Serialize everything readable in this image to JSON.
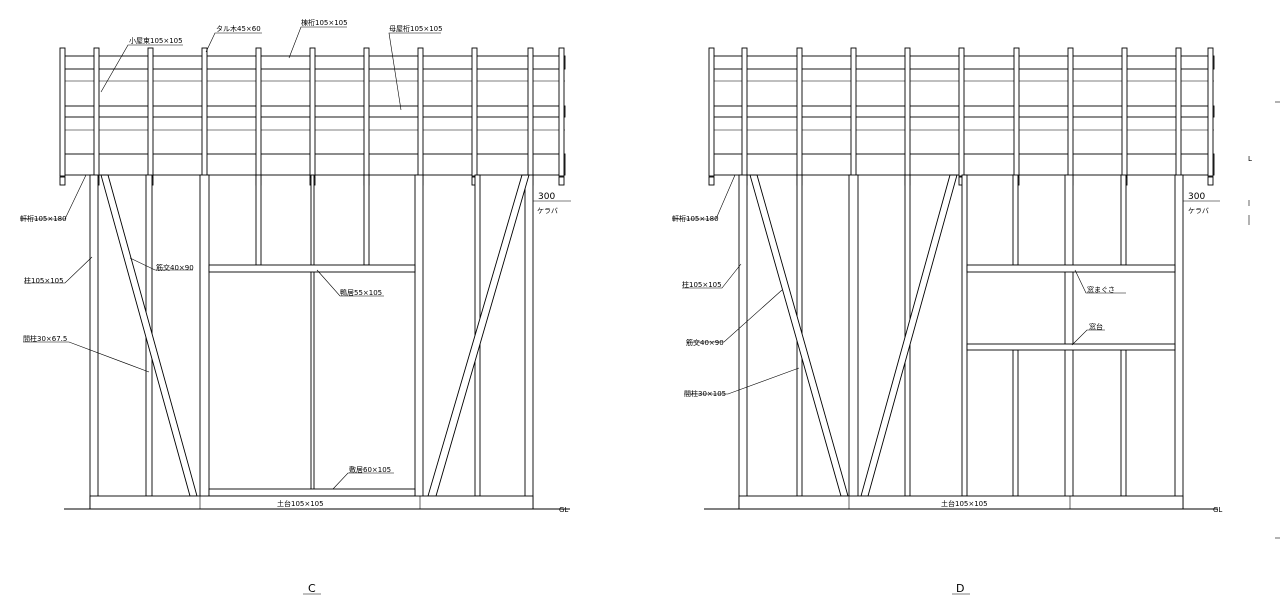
{
  "elevation_c": {
    "title": "C",
    "labels": {
      "koyatsuka": "小屋束105×105",
      "taruki": "タル木45×60",
      "munagi": "棟桁105×105",
      "moyageta": "母屋桁105×105",
      "nokigeta": "軒桁105×180",
      "hashira": "柱105×105",
      "sujikai": "筋交40×90",
      "mabashira": "間柱30×67.5",
      "kamoi": "鴨居55×105",
      "shikii": "敷居60×105",
      "dodai": "土台105×105",
      "overhang_value": "300",
      "overhang_label": "ケラバ",
      "gl": "GL"
    }
  },
  "elevation_d": {
    "title": "D",
    "labels": {
      "nokigeta": "軒桁105×180",
      "hashira": "柱105×105",
      "sujikai": "筋交40×90",
      "mabashira": "間柱30×105",
      "madomaguchi": "窓まぐさ",
      "madodai": "窓台",
      "dodai": "土台105×105",
      "overhang_value": "300",
      "overhang_label": "ケラバ",
      "gl": "GL"
    }
  },
  "edge_marks": [
    "L"
  ]
}
